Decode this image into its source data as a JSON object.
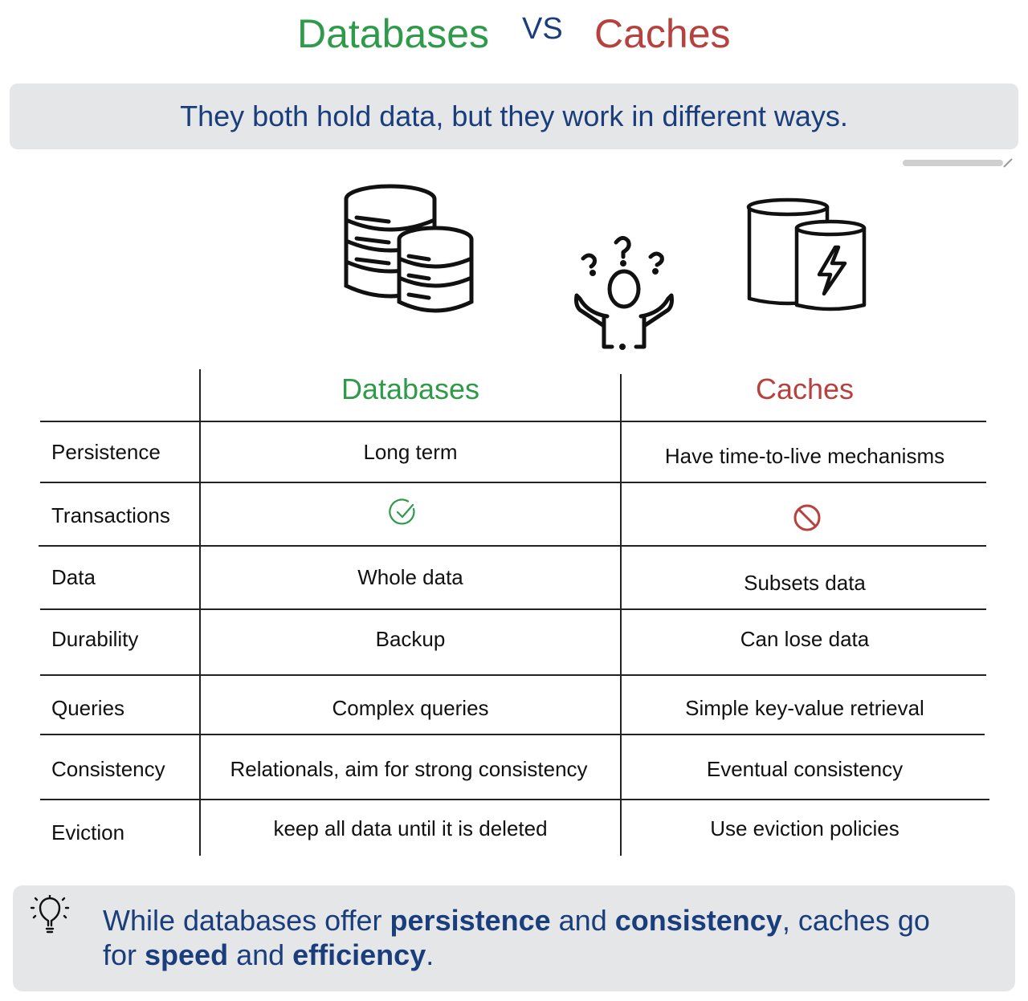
{
  "title": {
    "left": "Databases",
    "vs": "VS",
    "right": "Caches"
  },
  "subtitle": "They both hold data, but they work in different ways.",
  "colors": {
    "database": "#2e9a4a",
    "cache": "#b7413e",
    "navy": "#1a3d7c",
    "panel": "#e5e6e8"
  },
  "icons": {
    "database": "database-stack-icon",
    "confused": "confused-person-icon",
    "cache": "cache-lightning-icon",
    "check": "check-circle-icon",
    "no": "prohibited-icon",
    "tip": "lightbulb-icon"
  },
  "table": {
    "headers": [
      "",
      "Databases",
      "Caches"
    ],
    "rows": [
      {
        "label": "Persistence",
        "database": "Long term",
        "cache": "Have time-to-live mechanisms"
      },
      {
        "label": "Transactions",
        "database": "",
        "cache": ""
      },
      {
        "label": "Data",
        "database": "Whole data",
        "cache": "Subsets data"
      },
      {
        "label": "Durability",
        "database": "Backup",
        "cache": "Can lose data"
      },
      {
        "label": "Queries",
        "database": "Complex queries",
        "cache": "Simple key-value retrieval"
      },
      {
        "label": "Consistency",
        "database": "Relationals, aim for strong consistency",
        "cache": "Eventual consistency"
      },
      {
        "label": "Eviction",
        "database": "keep all data until it is deleted",
        "cache": "Use eviction policies"
      }
    ]
  },
  "footer": {
    "p1": "While databases offer ",
    "b1": "persistence",
    "p2": " and ",
    "b2": "consistency",
    "p3": ", caches go for ",
    "b3": "speed",
    "p4": " and ",
    "b4": "efficiency",
    "p5": "."
  }
}
